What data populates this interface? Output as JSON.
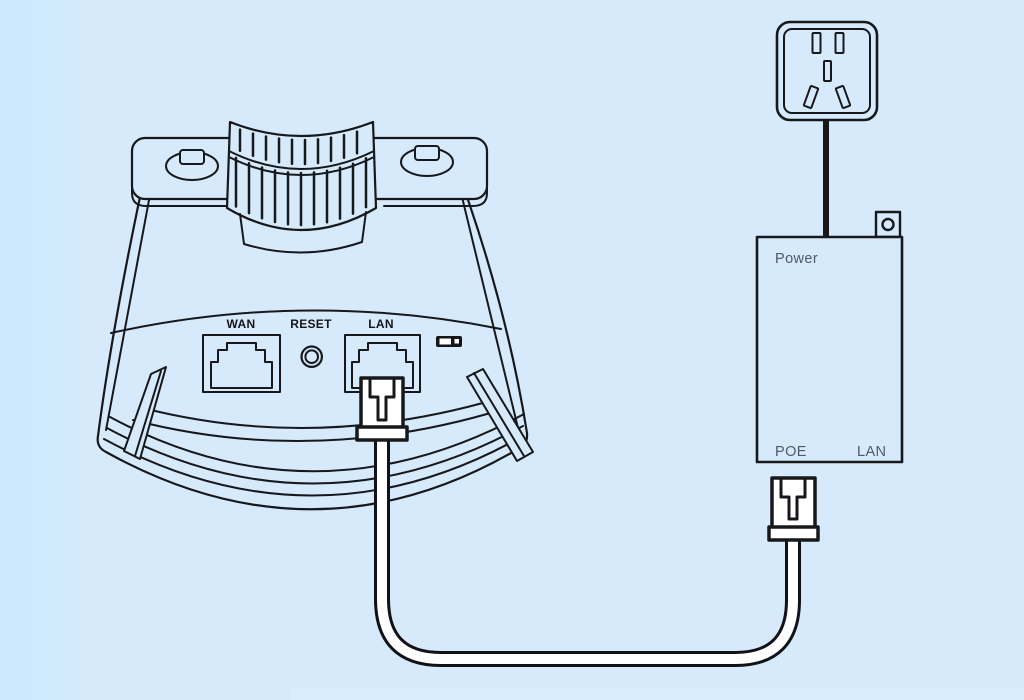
{
  "scene": {
    "background_color": "#d6eafb",
    "left_stripe_color": "#cceafe",
    "line_color": "#17181c",
    "device": {
      "description": "outdoor wireless CPE access point, bottom port panel view",
      "label_color": "#14151a",
      "port_labels": {
        "wan": "WAN",
        "reset": "RESET",
        "lan": "LAN"
      }
    },
    "poe_injector": {
      "power_label": "Power",
      "poe_label": "POE",
      "lan_label": "LAN",
      "label_color": "#4e5a67"
    },
    "cables": {
      "ethernet": "white ethernet cable from device LAN port to injector POE port",
      "power": "black power cord from wall socket to injector"
    }
  }
}
